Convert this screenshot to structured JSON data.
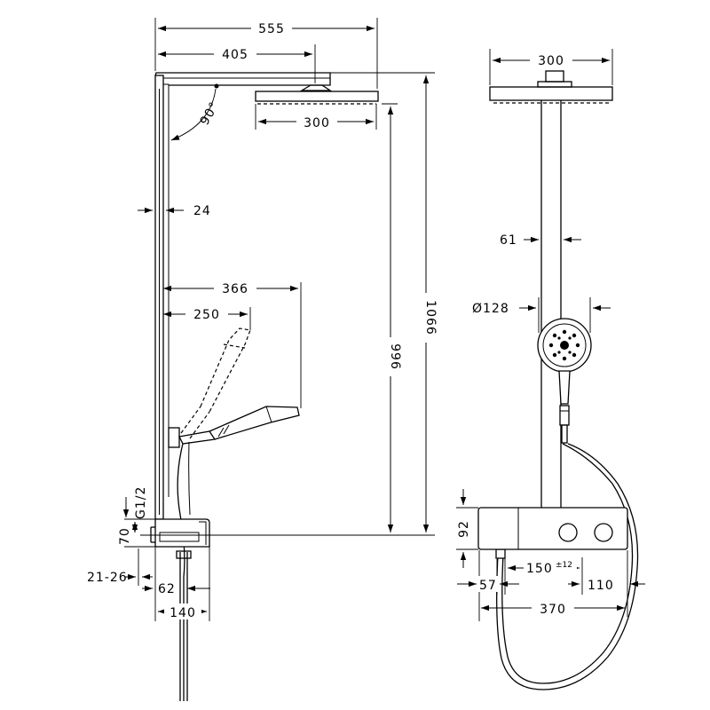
{
  "diagram": {
    "side_view": {
      "dim_555": "555",
      "dim_405": "405",
      "dim_300": "300",
      "dim_90deg": "90°",
      "dim_24": "24",
      "dim_366": "366",
      "dim_250": "250",
      "dim_996": "996",
      "dim_1066": "1066",
      "dim_g12": "G1/2",
      "dim_70": "70",
      "dim_21_26": "21-26",
      "dim_62": "62",
      "dim_140": "140"
    },
    "front_view": {
      "dim_300": "300",
      "dim_61": "61",
      "dim_d128": "Ø128",
      "dim_92": "92",
      "dim_150": "150",
      "dim_150_tol": "±12",
      "dim_57": "57",
      "dim_110": "110",
      "dim_370": "370"
    }
  }
}
